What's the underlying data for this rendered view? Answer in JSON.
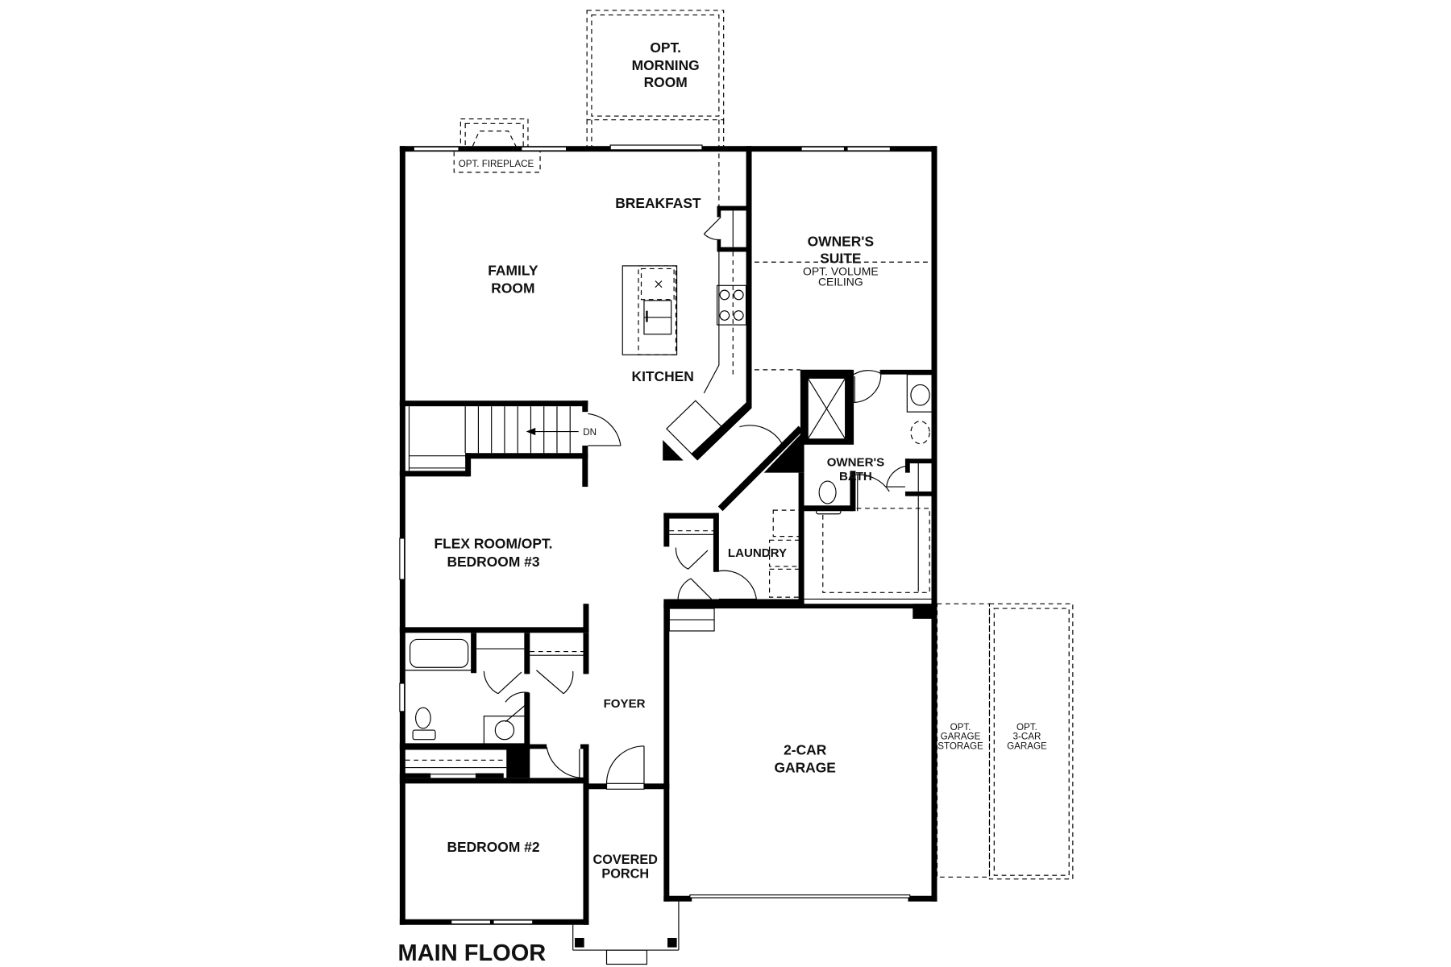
{
  "plan": {
    "title": "MAIN FLOOR",
    "rooms": {
      "morning_room": [
        "OPT.",
        "MORNING",
        "ROOM"
      ],
      "fireplace": "OPT. FIREPLACE",
      "breakfast": "BREAKFAST",
      "family_room": [
        "FAMILY",
        "ROOM"
      ],
      "kitchen": "KITCHEN",
      "owners_suite": [
        "OWNER'S",
        "SUITE"
      ],
      "owners_suite_note": [
        "OPT. VOLUME",
        "CEILING"
      ],
      "stairs": "DN",
      "owners_bath": [
        "OWNER'S",
        "BATH"
      ],
      "flex_room": [
        "FLEX ROOM/OPT.",
        "BEDROOM #3"
      ],
      "laundry": "LAUNDRY",
      "foyer": "FOYER",
      "garage": [
        "2-CAR",
        "GARAGE"
      ],
      "garage_storage": [
        "OPT.",
        "GARAGE",
        "STORAGE"
      ],
      "three_car": [
        "OPT.",
        "3-CAR",
        "GARAGE"
      ],
      "bedroom2": "BEDROOM #2",
      "porch": [
        "COVERED",
        "PORCH"
      ]
    },
    "colors": {
      "wall": "#000000",
      "background": "#ffffff"
    }
  }
}
